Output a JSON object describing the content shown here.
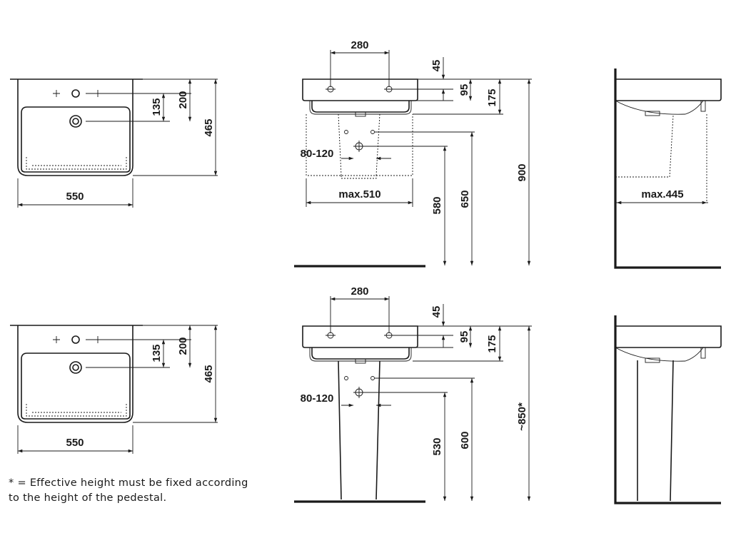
{
  "note": {
    "line1": "* = Effective height must be fixed according",
    "line2": "to the height of the pedestal."
  },
  "top_view_upper": {
    "d200": "200",
    "d135": "135",
    "d465": "465",
    "d550": "550"
  },
  "front_view_upper": {
    "d280": "280",
    "d45": "45",
    "d95": "95",
    "d175": "175",
    "d80_120": "80-120",
    "max_width": "max.510",
    "d580": "580",
    "d650": "650",
    "d900": "900"
  },
  "side_view_upper": {
    "max_depth": "max.445"
  },
  "top_view_lower": {
    "d200": "200",
    "d135": "135",
    "d465": "465",
    "d550": "550"
  },
  "front_view_lower": {
    "d280": "280",
    "d45": "45",
    "d95": "95",
    "d175": "175",
    "d80_120": "80-120",
    "d530": "530",
    "d600": "600",
    "d850": "~850*"
  }
}
